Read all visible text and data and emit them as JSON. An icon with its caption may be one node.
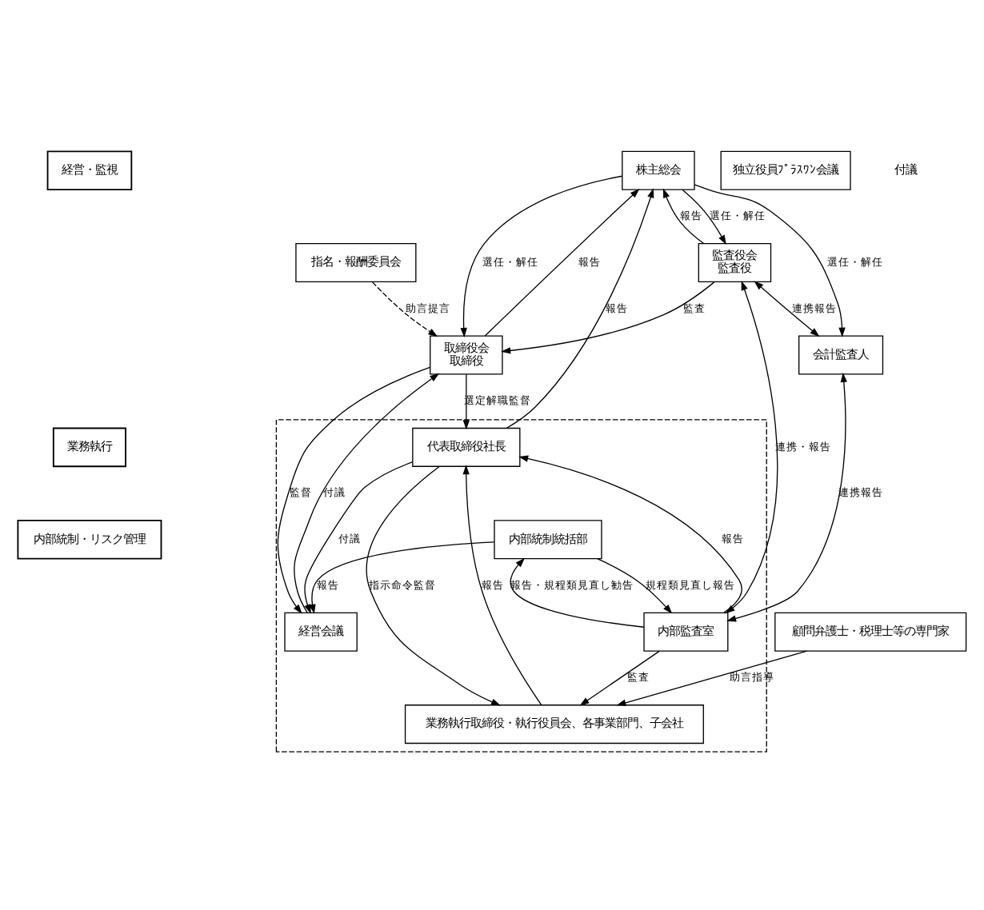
{
  "diagram": {
    "nodes": [
      {
        "text": [
          "経営・監視"
        ]
      },
      {
        "text": [
          "業務執行"
        ]
      },
      {
        "text": [
          "内部統制・リスク管理"
        ]
      },
      {
        "text": [
          "株主総会"
        ]
      },
      {
        "text": [
          "取締役会",
          "取締役"
        ]
      },
      {
        "text": [
          "監査役会",
          "監査役"
        ]
      },
      {
        "text": [
          "独立役員ﾌﾟﾗｽﾜﾝ会議"
        ]
      },
      {
        "text": [
          "会計監査人"
        ]
      },
      {
        "text": [],
        "shape": "box"
      },
      {
        "text": [
          "経営会議"
        ],
        "in": 8
      },
      {
        "text": [
          "指名・報酬委員会"
        ]
      },
      {
        "text": [
          "代表取締役社長"
        ],
        "in": 8
      },
      {
        "text": [
          "顧問弁護士・税理士等の専門家"
        ]
      },
      {
        "text": [
          "業務執行取締役・執行役員会、各事業部門、子会社"
        ],
        "in": 8
      },
      {
        "text": [
          "内部統制統括部"
        ],
        "in": 8
      },
      {
        "text": [
          "内部監査室"
        ],
        "in": 8
      }
    ],
    "edges": [
      {
        "from": 4,
        "to": 3,
        "arrow": "to",
        "label": "報告"
      },
      {
        "from": 3,
        "to": 4,
        "arrow": "to",
        "label": "選任・解任"
      },
      {
        "from": 5,
        "to": 3,
        "arrow": "to",
        "label": "報告"
      },
      {
        "from": 3,
        "to": 5,
        "arrow": "to",
        "label": "選任・解任"
      },
      {
        "from": 3,
        "to": 7,
        "arrow": "to",
        "label": "選任・解任"
      },
      {
        "from": 5,
        "to": 4,
        "arrow": "to",
        "label": "監査"
      },
      {
        "from": 5,
        "to": 7,
        "arrow": "both",
        "label": "連携報告"
      },
      {
        "from": 11,
        "to": 3,
        "arrow": "to",
        "label": "報告"
      },
      {
        "from": 4,
        "to": 11,
        "arrow": "to",
        "label": "選定解職監督"
      },
      {
        "from": 10,
        "to": 4,
        "arrow": "to",
        "label": "助言提言",
        "style": "dashed"
      },
      {
        "from": 9,
        "to": 4,
        "arrow": "to",
        "label": "付議"
      },
      {
        "from": 4,
        "to": 9,
        "arrow": "to",
        "label": "監督"
      },
      {
        "from": 11,
        "to": 9,
        "arrow": "to",
        "label": "付議"
      },
      {
        "from": 11,
        "to": 13,
        "arrow": "to",
        "label": "指示命令監督"
      },
      {
        "from": 13,
        "to": 11,
        "arrow": "to",
        "label": "報告"
      },
      {
        "from": 12,
        "to": 13,
        "arrow": "to",
        "label": "助言指導"
      },
      {
        "from": 14,
        "to": 9,
        "arrow": "to",
        "label": "報告"
      },
      {
        "from": 15,
        "to": 11,
        "arrow": "to",
        "label": "報告"
      },
      {
        "from": 5,
        "to": 15,
        "arrow": "both",
        "label": "連携・報告"
      },
      {
        "from": 7,
        "to": 15,
        "arrow": "both",
        "label": "連携報告"
      },
      {
        "from": 15,
        "to": 13,
        "arrow": "to",
        "label": "監査"
      },
      {
        "from": 14,
        "to": 15,
        "arrow": "to",
        "label": "規程類見直し報告"
      },
      {
        "from": 15,
        "to": 14,
        "arrow": "to",
        "label": "報告・規程類見直し勧告"
      }
    ],
    "labels": [
      "付議"
    ]
  }
}
